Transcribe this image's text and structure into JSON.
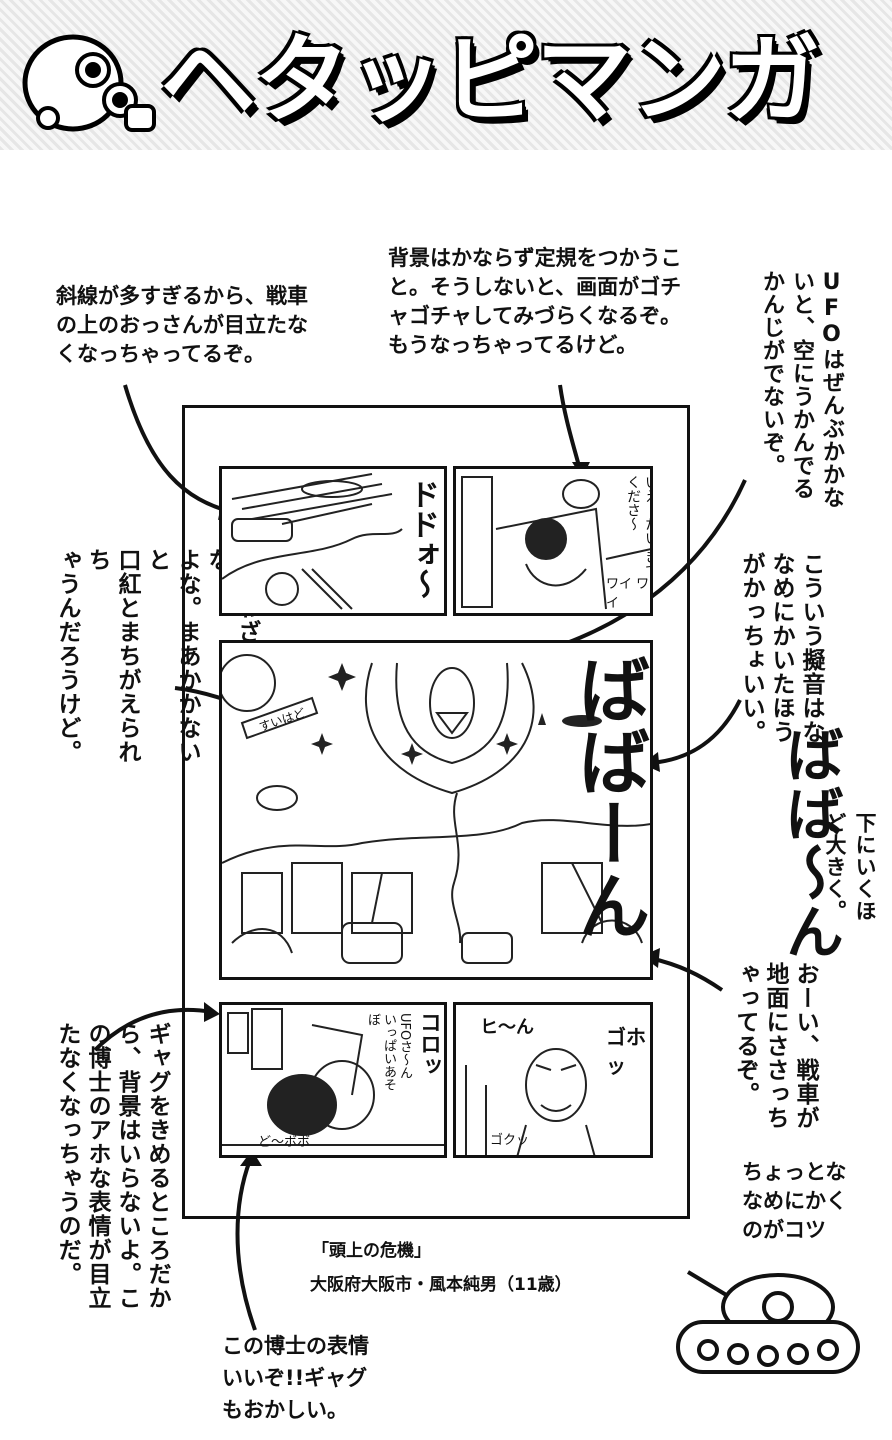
{
  "header": {
    "title": "ヘタッピマンガ"
  },
  "notes": {
    "top_left": [
      "斜線が多すぎるから、戦車",
      "の上のおっさんが目立たな",
      "くなっちゃってるぞ。"
    ],
    "top_center": [
      "背景はかならず定規をつかうこ",
      "と。そうしないと、画面がゴチ",
      "ャゴチャしてみづらくなるぞ。",
      "もうなっちゃってるけど。"
    ],
    "top_right_vertical": [
      "UFOはぜんぶかかな",
      "いと、空にうかんでる",
      "かんじがでないぞ。"
    ],
    "mid_left_vertical": [
      "わざわざ文字でかくな",
      "よな。まあかかないと",
      "口紅とまちがえられち",
      "ゃうんだろうけど。"
    ],
    "mid_right_vertical": [
      "こういう擬音はな",
      "なめにかいたほう",
      "がかっちょいい。"
    ],
    "bababan_sfx": "ばば〜ん",
    "below_right_vertical": [
      "下にいくほ",
      "ど大きく。"
    ],
    "tank_note_vertical": [
      "おーい、戦車が",
      "地面にささっち",
      "ゃってるぞ。"
    ],
    "bottom_left_vertical": [
      "ギャグをきめるところだか",
      "ら、背景はいらないよ。こ",
      "の博士のアホな表情が目立",
      "たなくなっちゃうのだ。"
    ],
    "bottom_right": [
      "ちょっとな",
      "なめにかく",
      "のがコツ"
    ],
    "bottom_center": [
      "この博士の表情",
      "いいぞ!!ギャグ",
      "もおかしい。"
    ]
  },
  "manga": {
    "panel1_sfx": "ドドォ〜",
    "panel2_speech": "いえ〜たい きてくださ〜",
    "panel2_sfx": "ワイ ワイ",
    "panel3_sfx": "ばばーん",
    "panel3_missile": "すいはど",
    "panel4_sfx": "コロッ",
    "panel4_speech": "UFOさ〜ん いっぱいあそぼ",
    "panel4_ground": "ど〜ボボ",
    "panel5_sfx_top": "ヒ〜ん",
    "panel5_sfx_right": "ゴホッ",
    "panel5_sfx_bottom": "ゴクッ"
  },
  "credit": {
    "title": "「頭上の危機」",
    "author": "大阪府大阪市・風本純男（11歳）"
  }
}
